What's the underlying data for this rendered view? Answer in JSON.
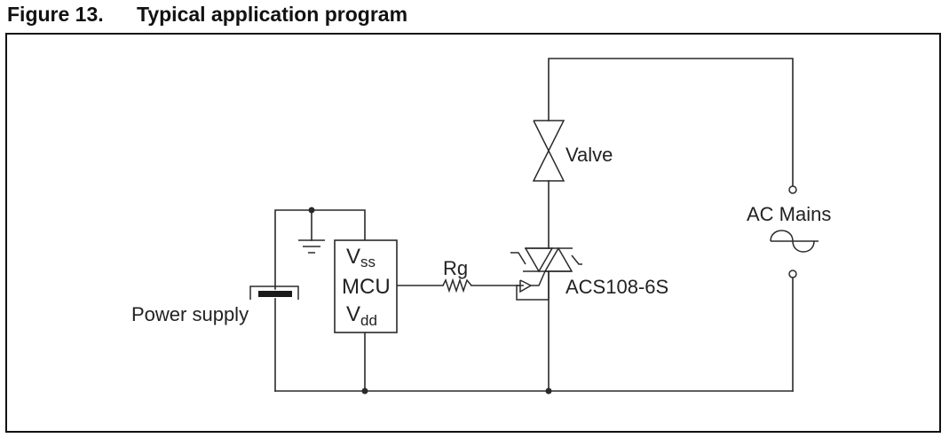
{
  "figure": {
    "number": "Figure 13.",
    "title": "Typical application program"
  },
  "components": {
    "valve": {
      "label": "Valve",
      "symbol": "valve-icon"
    },
    "ac_mains": {
      "label": "AC Mains",
      "symbol": "ac-sine-icon"
    },
    "mcu": {
      "label": "MCU",
      "vss_main": "V",
      "vss_sub": "ss",
      "vdd_main": "V",
      "vdd_sub": "dd"
    },
    "resistor": {
      "label": "Rg",
      "symbol": "resistor-icon"
    },
    "triac": {
      "label": "ACS108-6S",
      "symbol": "ac-switch-icon"
    },
    "power_supply": {
      "label": "Power supply",
      "symbol": "battery-icon"
    },
    "ground": {
      "symbol": "ground-icon"
    }
  },
  "colors": {
    "wire": "#2a2a2a",
    "text": "#222222",
    "frame": "#111111"
  }
}
